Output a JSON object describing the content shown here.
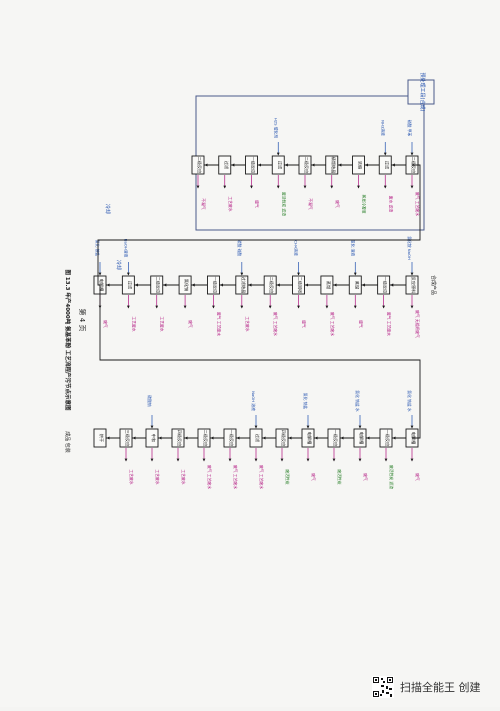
{
  "page": {
    "side_title": "图 13.3 年产4000吨 氨基苯酚 工艺流程产污节点示意图",
    "page_number": "第 4 页",
    "production_label": "预处理工段(合成)"
  },
  "footer": {
    "brand": "扫描全能王 创建",
    "qr_icon": "qr-code-icon"
  },
  "colors": {
    "process_line": "#1a1a1a",
    "input_label": "#1f4fae",
    "emission_label": "#b0107e",
    "solid_waste_label": "#1f7a1f",
    "frame": "#4a5a8a"
  },
  "rows": [
    {
      "id": "row1",
      "steps": [
        {
          "label": "二级反应",
          "input": "硝酸 甲苯",
          "output": "废气 工艺废水"
        },
        {
          "label": "过滤",
          "input": "NH3溶液",
          "output": "废水 滤渣"
        },
        {
          "label": "浓缩",
          "input": "",
          "output": "蒸发冷凝液",
          "solid": "粗品"
        },
        {
          "label": "精馏结晶",
          "input": "",
          "output": "废气"
        },
        {
          "label": "二级反应",
          "input": "",
          "output": "不凝气"
        },
        {
          "label": "过滤",
          "input": "H2S 催化剂",
          "output": "废活性炭 滤渣",
          "solid": "废活性炭 滤渣"
        },
        {
          "label": "一级反应",
          "input": "",
          "output": "废气"
        },
        {
          "label": "过滤",
          "input": "",
          "output": "工艺废水"
        },
        {
          "label": "二级反应",
          "input": "",
          "output": "不凝气"
        }
      ]
    },
    {
      "id": "row2",
      "steps": [
        {
          "label": "反应原料",
          "input": "氯化铵 NaOH",
          "output": "废气 无组织废气"
        },
        {
          "label": "一级反应",
          "input": "",
          "output": "废气 工艺废水"
        },
        {
          "label": "蒸馏",
          "input": "氯化 溶液",
          "output": "废气"
        },
        {
          "label": "蒸馏",
          "input": "",
          "output": "废气 工艺废水"
        },
        {
          "label": "二级回收",
          "input": "CH4溶液",
          "output": "废气"
        },
        {
          "label": "二级反应",
          "input": "",
          "output": "废气 工艺废水"
        },
        {
          "label": "过滤结晶",
          "input": "碳酸 硫酸",
          "output": "工艺废水"
        },
        {
          "label": "一级反应",
          "input": "",
          "output": "废气 工艺废水"
        },
        {
          "label": "氯化钠",
          "input": "",
          "output": "废气"
        },
        {
          "label": "二级反应",
          "input": "",
          "output": "工艺废水"
        },
        {
          "label": "过滤",
          "input": "NaOH溶液",
          "output": "工艺废水"
        },
        {
          "label": "电解槽",
          "input": "氯化 铵盐",
          "output": "废气"
        }
      ]
    },
    {
      "id": "row3",
      "steps": [
        {
          "label": "电解槽",
          "input": "氯化 钠盐 水",
          "output": "废气"
        },
        {
          "label": "一级反应",
          "input": "",
          "output": "废活性炭 滤渣",
          "solid": "废活性炭 滤渣"
        },
        {
          "label": "电解槽",
          "input": "氯化 钠盐 水",
          "output": "废气"
        },
        {
          "label": "一级反应",
          "input": "",
          "output": "废活性炭",
          "solid": "废活性炭 滤渣"
        },
        {
          "label": "电解槽",
          "input": "氯化 钠盐",
          "output": "废气"
        },
        {
          "label": "四级反应",
          "input": "",
          "output": "废活性炭",
          "solid": "废活性炭 滤渣"
        },
        {
          "label": "过滤",
          "input": "NaOH 溶液",
          "output": "废气 工艺废水"
        },
        {
          "label": "一级反应",
          "input": "",
          "output": "废气 工艺废水"
        },
        {
          "label": "二级反应",
          "input": "",
          "output": "废气 工艺废水"
        },
        {
          "label": "四级反应",
          "input": "",
          "output": "工艺废水"
        },
        {
          "label": "中和",
          "input": "碳酸钠",
          "output": "工艺废水"
        },
        {
          "label": "三级反应",
          "input": "",
          "output": "工艺废水"
        },
        {
          "label": "烘干",
          "input": "",
          "output": ""
        }
      ]
    }
  ],
  "connectors": {
    "row1_to_row2": "冷却",
    "row2_to_row3": "冷却",
    "row2_start": "合成产品",
    "row3_end": "成品 包装"
  }
}
